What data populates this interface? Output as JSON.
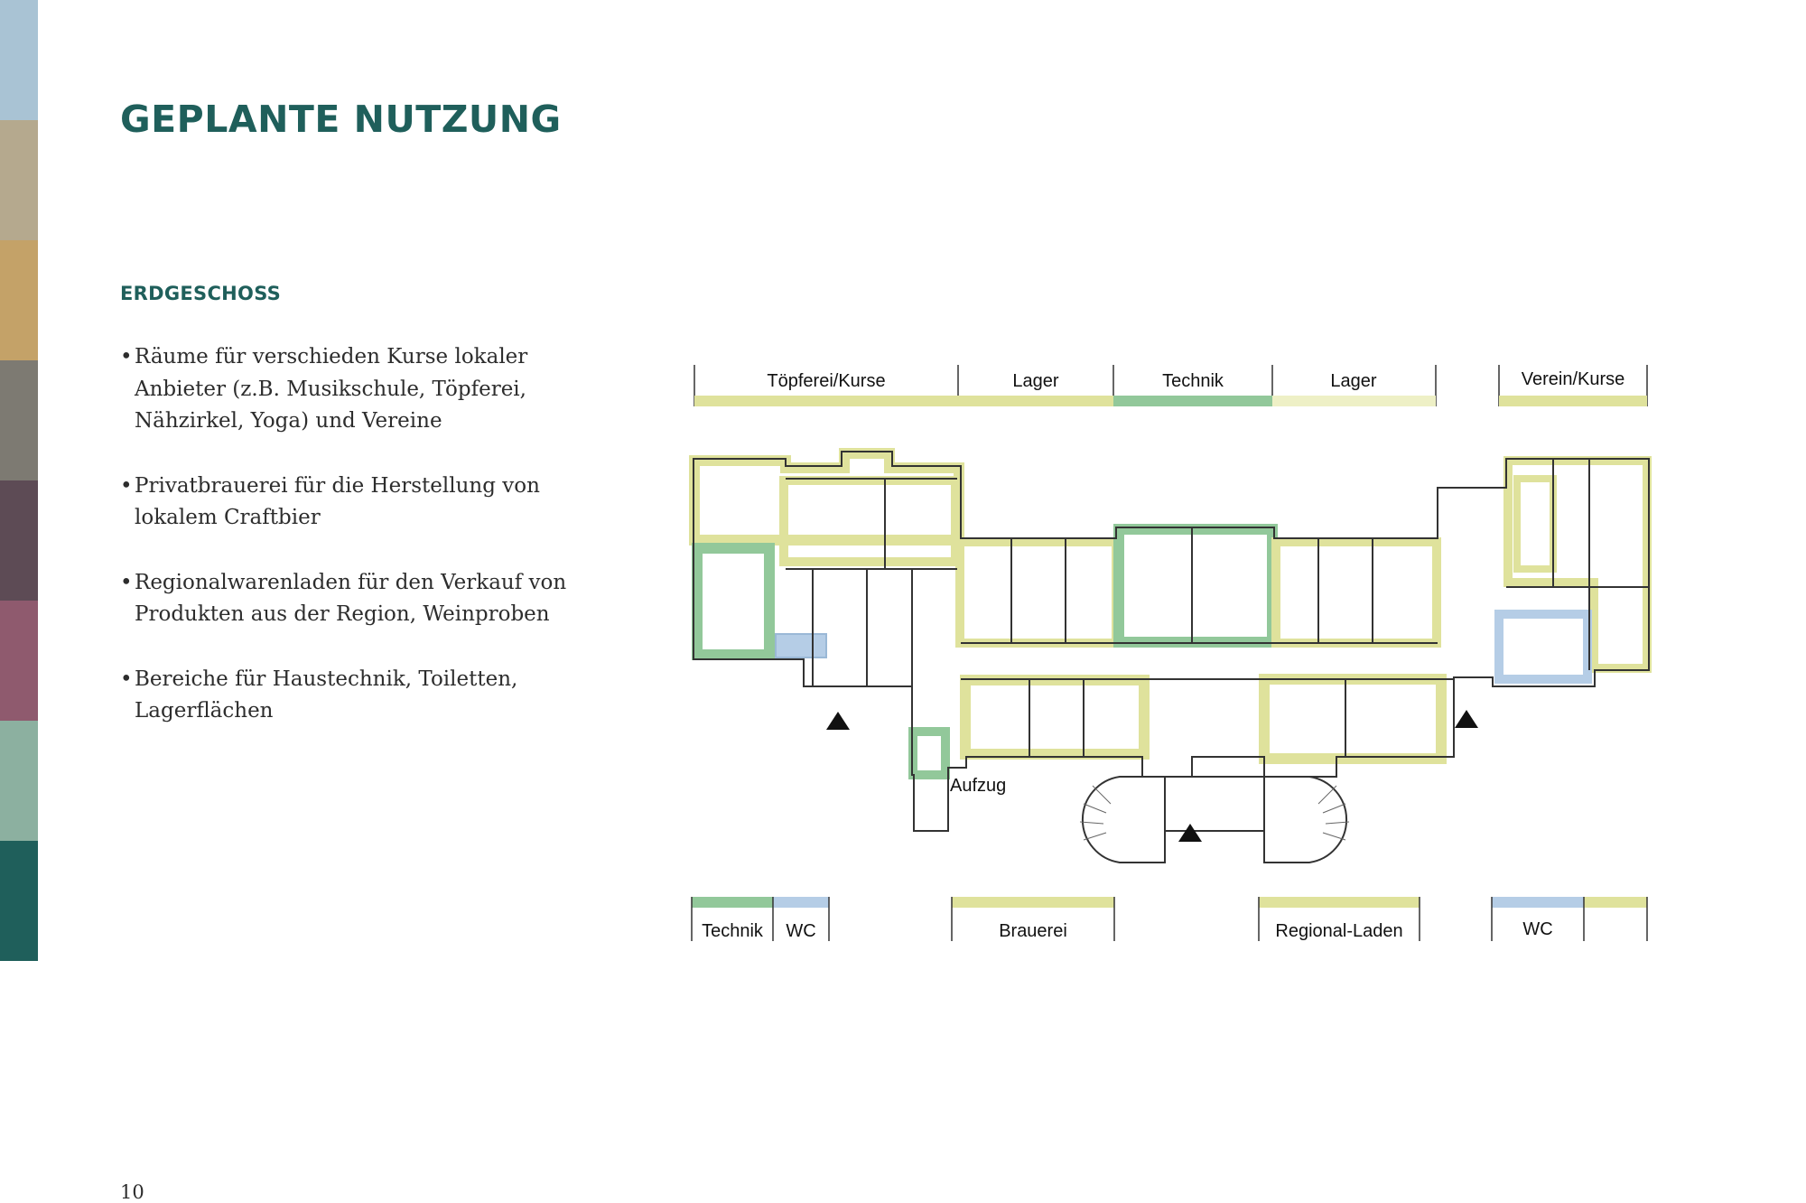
{
  "page": {
    "title": "GEPLANTE NUTZUNG",
    "section": "ERDGESCHOSS",
    "bullets": [
      "Räume für verschieden Kurse lokaler Anbieter (z.B. Musikschule, Töpferei, Nähzirkel, Yoga) und Vereine",
      "Privatbrauerei für die Herstellung von lokalem Craftbier",
      "Regionalwarenladen für den Verkauf von Produkten aus der Region, Weinproben",
      "Bereiche für Haustechnik, Toiletten, Lagerflächen"
    ],
    "page_number": "10"
  },
  "sidebar_colors": [
    "#a9c3d4",
    "#b5a98e",
    "#c4a268",
    "#7d7a72",
    "#5d4b55",
    "#8f5a6e",
    "#8cb0a0",
    "#1f5f5b"
  ],
  "plan": {
    "top_legend": [
      "Töpferei/Kurse",
      "Lager",
      "Technik",
      "Lager",
      "Verein/Kurse"
    ],
    "bottom_legend": [
      "Technik",
      "WC",
      "Brauerei",
      "Regional-Laden",
      "WC"
    ],
    "elevator_label": "Aufzug",
    "colors": {
      "yellow": "#dfe29c",
      "green": "#92c89a",
      "blue": "#b5cde6",
      "light_yellow": "#eef0c6",
      "wall": "#333333"
    }
  }
}
